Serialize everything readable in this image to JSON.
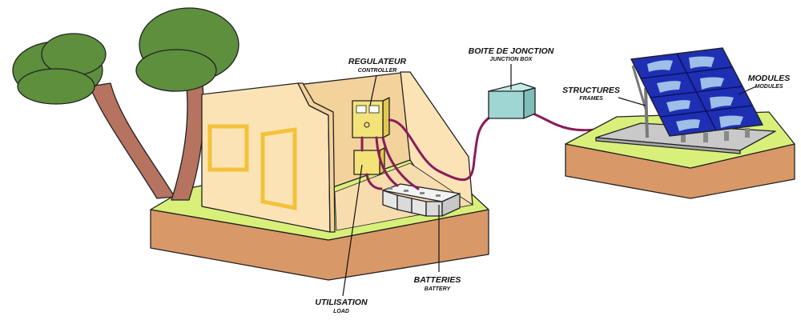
{
  "labels": {
    "regulateur": {
      "main": "REGULATEUR",
      "sub": "CONTROLLER"
    },
    "boite": {
      "main": "BOITE DE JONCTION",
      "sub": "JUNCTION BOX"
    },
    "structures": {
      "main": "STRUCTURES",
      "sub": "FRAMES"
    },
    "modules": {
      "main": "MODULES",
      "sub": "MODULES"
    },
    "batteries": {
      "main": "BATTERIES",
      "sub": "BATTERY"
    },
    "utilisation": {
      "main": "UTILISATION",
      "sub": "LOAD"
    }
  },
  "colors": {
    "grass": "#d8f07a",
    "soil": "#d99868",
    "wall": "#fbe3b6",
    "wall_shade": "#f3d29c",
    "window_frame": "#f3c23a",
    "controller": "#f4e37a",
    "junction_box": "#9fd6d4",
    "cable": "#8a1c5a",
    "panel": "#1f2fb3",
    "panel_highlight": "#b3d9f2",
    "tree_leaves": "#5d8f3d",
    "tree_trunk": "#b6735f"
  }
}
